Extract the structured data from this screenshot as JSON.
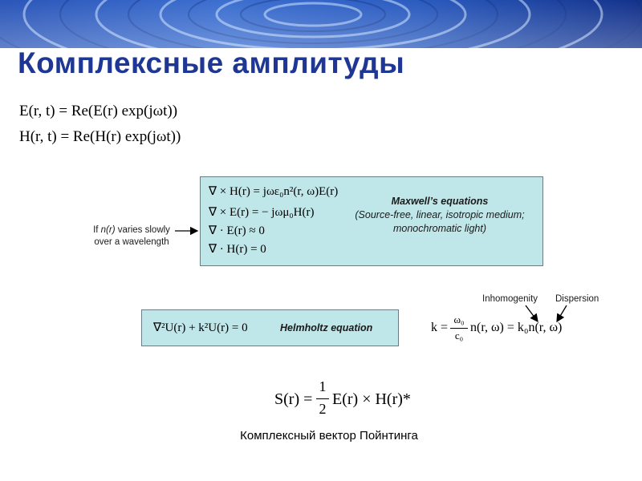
{
  "title": "Комплексные амплитуды",
  "eq_E_time": "E(r, t) = Re(E(r) exp(jωt))",
  "eq_H_time": "H(r, t) = Re(H(r) exp(jωt))",
  "maxwell": {
    "eq1": "∇ × H(r) = jωε₀n²(r, ω)E(r)",
    "eq2": "∇ × E(r) = − jωμ₀H(r)",
    "eq3": "∇ · E(r) ≈ 0",
    "eq4": "∇ · H(r) = 0",
    "caption_title": "Maxwell’s equations",
    "caption_line1": "(Source-free, linear, isotropic medium;",
    "caption_line2": "monochromatic light)"
  },
  "side_note": {
    "line1_prefix": "If ",
    "line1_var": "n(r)",
    "line1_suffix": " varies slowly",
    "line2": "over a wavelength"
  },
  "helmholtz": {
    "eq": "∇²U(r) + k²U(r) = 0",
    "label": "Helmholtz equation"
  },
  "wavenumber": {
    "k_eq": "k =",
    "numerator": "ω₀",
    "denominator": "c₀",
    "rest": "n(r, ω) = k₀n(r, ω)",
    "label_inhomogeneity": "Inhomogenity",
    "label_dispersion": "Dispersion"
  },
  "poynting": {
    "lhs": "S(r) =",
    "num": "1",
    "den": "2",
    "rhs": "E(r) × H(r)*"
  },
  "footer": "Комплексный вектор Пойнтинга",
  "colors": {
    "title": "#1e3794",
    "panel_fill": "#bfe6e9",
    "panel_border": "#6a7c86",
    "banner_dark": "#13318a",
    "banner_light": "#8fb8e8"
  }
}
